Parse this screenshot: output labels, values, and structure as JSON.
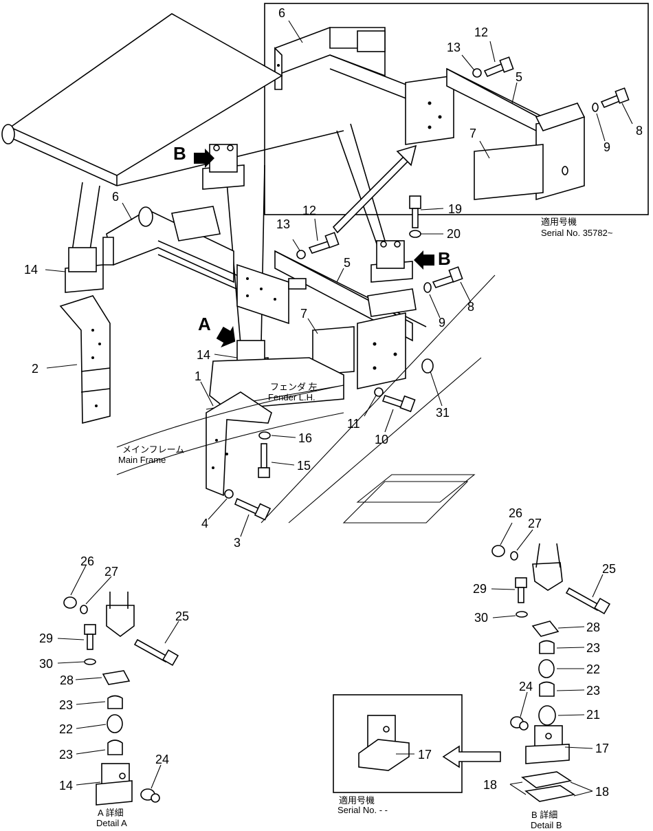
{
  "inset_top": {
    "caption_jp": "適用号機",
    "caption_en": "Serial  No. 35782~",
    "labels": [
      "6",
      "12",
      "13",
      "5",
      "8",
      "9",
      "7"
    ]
  },
  "main": {
    "labels": [
      "B",
      "6",
      "14",
      "2",
      "1",
      "A",
      "14",
      "13",
      "12",
      "19",
      "20",
      "5",
      "B",
      "8",
      "9",
      "7",
      "11",
      "10",
      "31",
      "16",
      "15",
      "4",
      "3"
    ],
    "notes": {
      "fender_jp": "フェンダ 左",
      "fender_en": "Fender L.H.",
      "main_frame_jp": "メインフレーム",
      "main_frame_en": "Main Frame"
    }
  },
  "detail_a": {
    "labels": [
      "26",
      "27",
      "25",
      "29",
      "30",
      "28",
      "23",
      "22",
      "23",
      "24",
      "14"
    ],
    "caption_jp": "A 詳細",
    "caption_en": "Detail A"
  },
  "detail_b": {
    "labels": [
      "26",
      "27",
      "25",
      "29",
      "30",
      "28",
      "23",
      "22",
      "24",
      "23",
      "21",
      "17",
      "18",
      "18"
    ],
    "caption_jp": "B 詳細",
    "caption_en": "Detail B"
  },
  "inset_bottom": {
    "labels": [
      "17"
    ],
    "caption_jp": "適用号機",
    "caption_en": "Serial No. - -"
  }
}
